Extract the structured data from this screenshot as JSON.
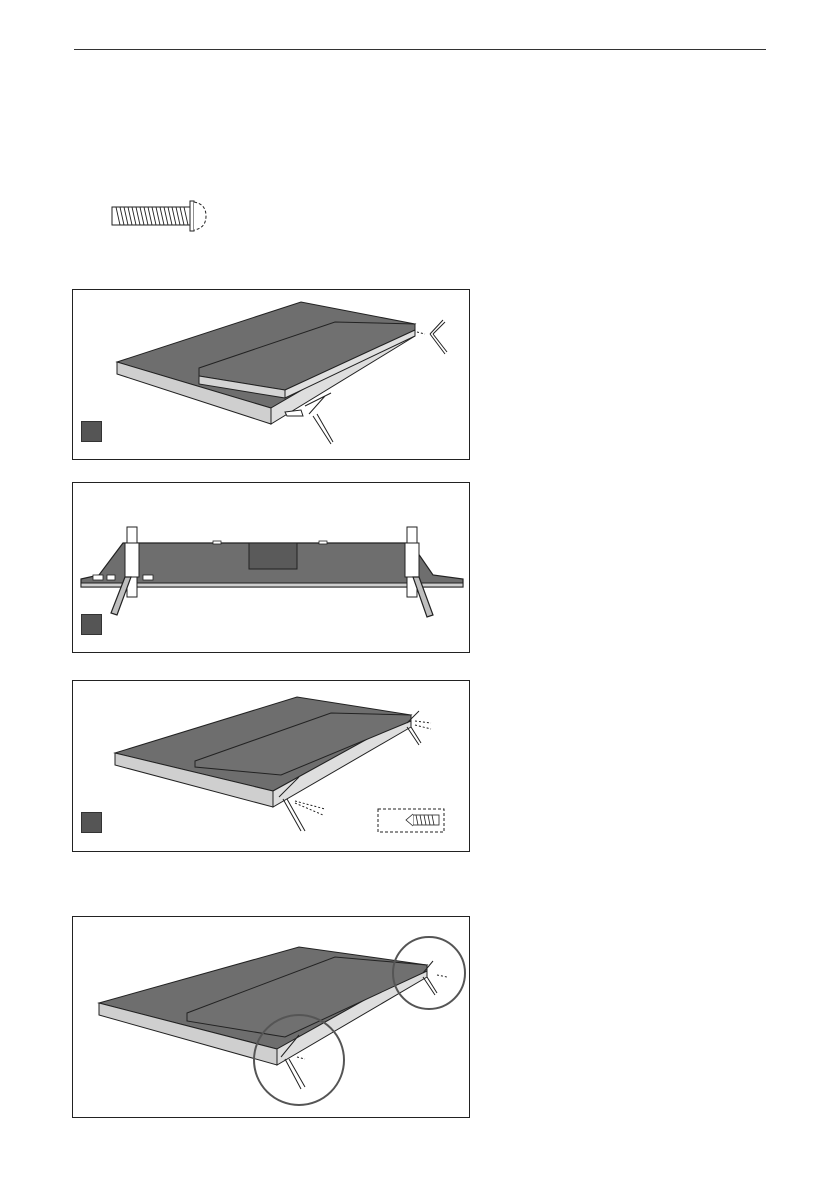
{
  "document": {
    "header_rule": true,
    "figures": [
      {
        "id": "screw",
        "icon": "screw-icon"
      },
      {
        "id": "step-1",
        "description_icon": "tv-face-down-stand-insert-icon",
        "marker_color": "#555555"
      },
      {
        "id": "step-2",
        "description_icon": "tv-rear-view-stands-icon",
        "marker_color": "#555555"
      },
      {
        "id": "step-3",
        "description_icon": "tv-stands-screwed-icon",
        "marker_color": "#555555"
      },
      {
        "id": "result",
        "description_icon": "tv-stands-detail-circles-icon"
      }
    ],
    "colors": {
      "panel_top": "#6e6e6e",
      "panel_edge": "#cfcfcf",
      "line": "#222222",
      "marker": "#555555"
    }
  }
}
